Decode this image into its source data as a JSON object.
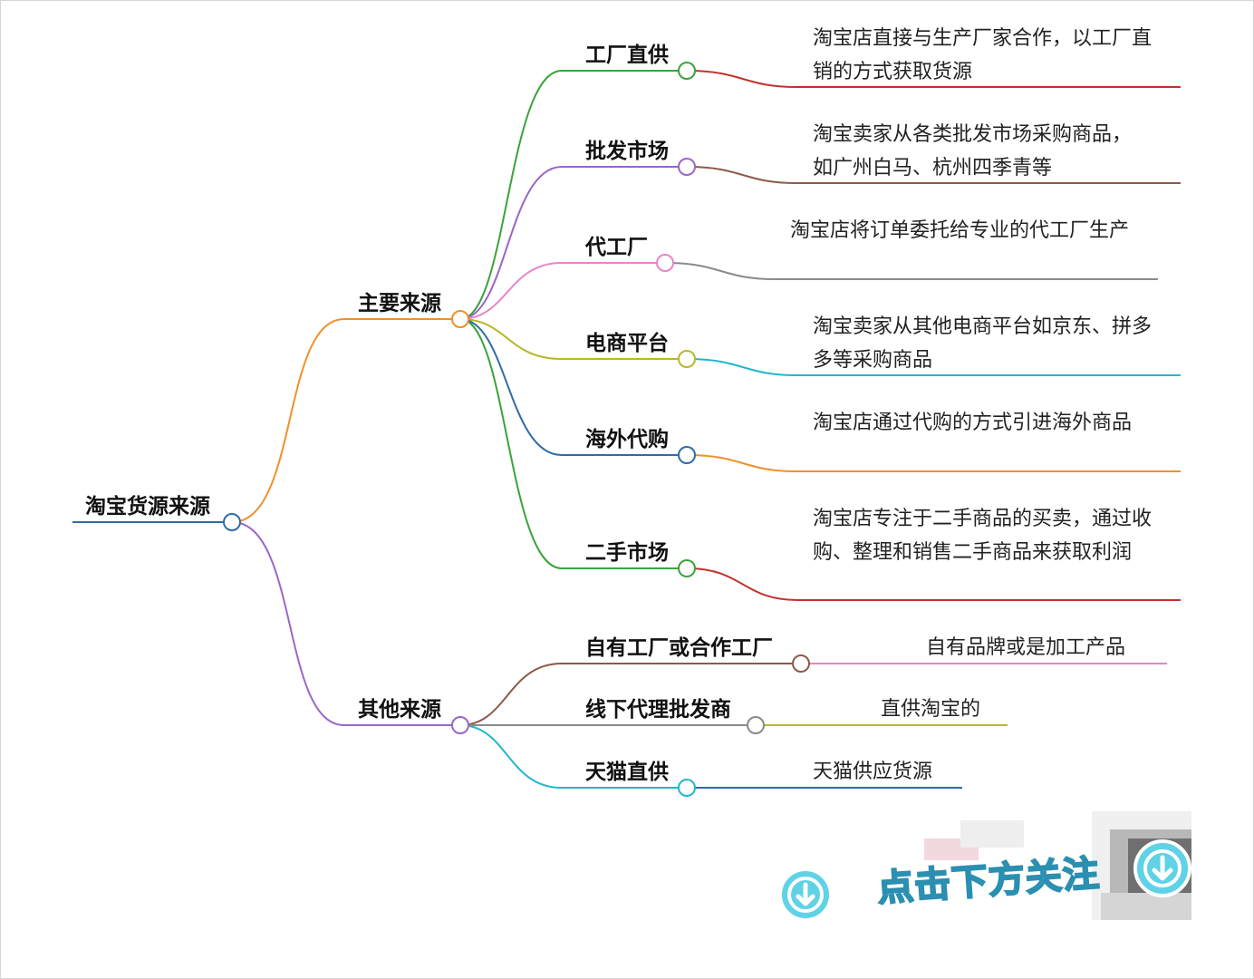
{
  "root": {
    "label": "淘宝货源来源",
    "color": "#2f6ca8"
  },
  "branches": [
    {
      "label": "主要来源",
      "color": "#f0902a",
      "children": [
        {
          "label": "工厂直供",
          "color": "#3aa33a",
          "desc": "淘宝店直接与生产厂家合作，以工厂直销的方式获取货源",
          "desc_color": "#c0332f"
        },
        {
          "label": "批发市场",
          "color": "#9966c8",
          "desc": "淘宝卖家从各类批发市场采购商品，如广州白马、杭州四季青等",
          "desc_color": "#8b5a48"
        },
        {
          "label": "代工厂",
          "color": "#e884c8",
          "desc": "淘宝店将订单委托给专业的代工厂生产",
          "desc_color": "#8a8a8a"
        },
        {
          "label": "电商平台",
          "color": "#b8b82a",
          "desc": "淘宝卖家从其他电商平台如京东、拼多多等采购商品",
          "desc_color": "#1fb8cc"
        },
        {
          "label": "海外代购",
          "color": "#2f6ca8",
          "desc": "淘宝店通过代购的方式引进海外商品",
          "desc_color": "#f0902a"
        },
        {
          "label": "二手市场",
          "color": "#3aa33a",
          "desc": "淘宝店专注于二手商品的买卖，通过收购、整理和销售二手商品来获取利润",
          "desc_color": "#c0332f"
        }
      ]
    },
    {
      "label": "其他来源",
      "color": "#9966c8",
      "children": [
        {
          "label": "自有工厂或合作工厂",
          "color": "#8b5a48",
          "desc": "自有品牌或是加工产品",
          "desc_color": "#e884c8"
        },
        {
          "label": "线下代理批发商",
          "color": "#8a8a8a",
          "desc": "直供淘宝的",
          "desc_color": "#b8b82a"
        },
        {
          "label": "天猫直供",
          "color": "#1fb8cc",
          "desc": "天猫供应货源",
          "desc_color": "#2f6ca8"
        }
      ]
    }
  ],
  "cta": {
    "text": "点击下方关注",
    "arrow_icon": "down-arrow-circle-icon",
    "color": "#5fd2e6"
  }
}
